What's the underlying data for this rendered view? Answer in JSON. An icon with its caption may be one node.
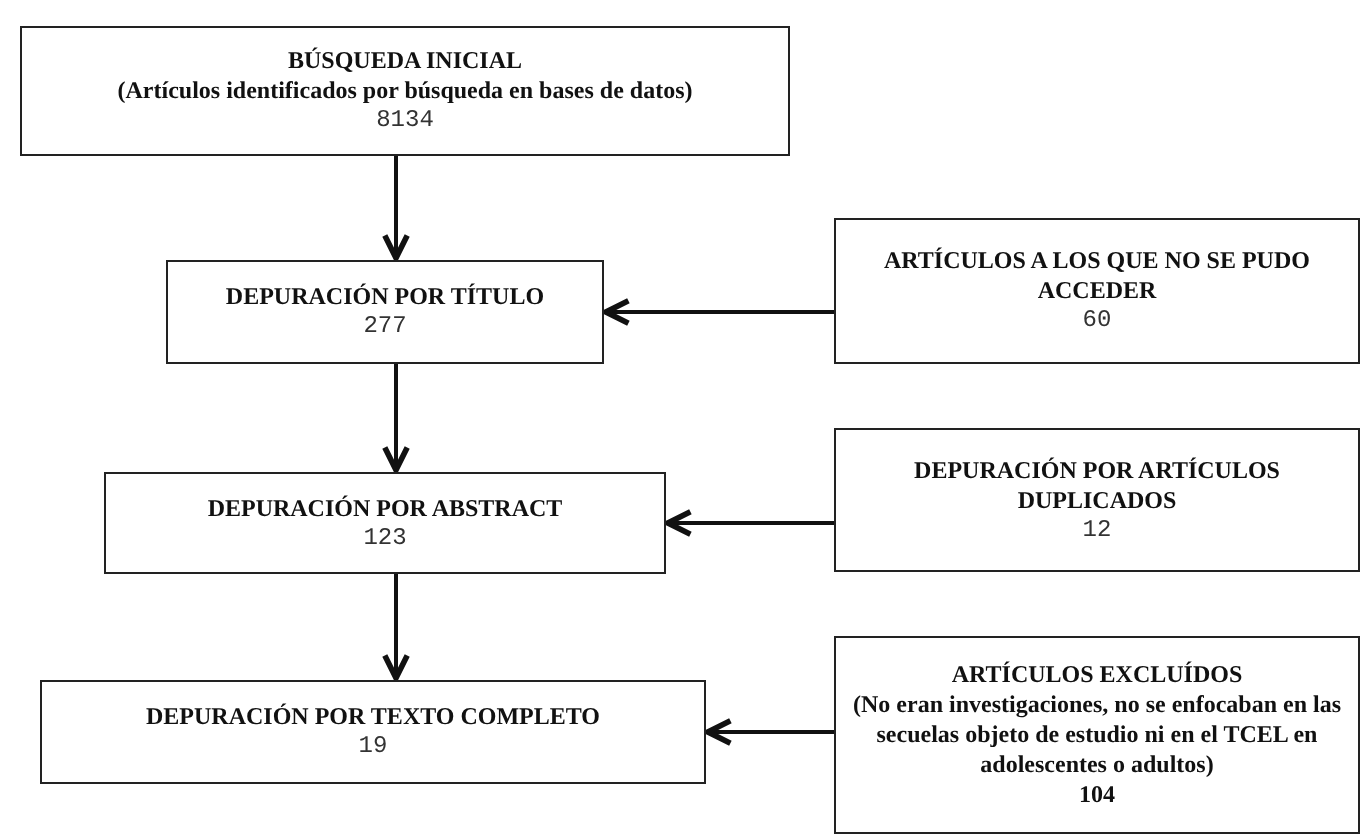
{
  "diagram": {
    "nodes": [
      {
        "text": [
          "BÚSQUEDA INICIAL",
          "(Artículos identificados por búsqueda en bases de datos)",
          "8134"
        ]
      },
      {
        "text": [
          "DEPURACIÓN POR TÍTULO",
          "277"
        ]
      },
      {
        "text": [
          "DEPURACIÓN POR ABSTRACT",
          "123"
        ]
      },
      {
        "text": [
          "DEPURACIÓN POR TEXTO COMPLETO",
          "19"
        ]
      },
      {
        "text": [
          "ARTÍCULOS A LOS QUE NO SE PUDO ACCEDER",
          "60"
        ]
      },
      {
        "text": [
          "DEPURACIÓN POR ARTÍCULOS DUPLICADOS",
          "12"
        ]
      },
      {
        "text": [
          "ARTÍCULOS EXCLUÍDOS",
          "(No eran investigaciones, no se enfocaban en las secuelas objeto de estudio ni en el TCEL en adolescentes o adultos)",
          "104"
        ]
      }
    ],
    "edges": [
      {
        "from": 0,
        "to": 1,
        "arrow": "to"
      },
      {
        "from": 1,
        "to": 2,
        "arrow": "to"
      },
      {
        "from": 2,
        "to": 3,
        "arrow": "to"
      },
      {
        "from": 4,
        "to": 1,
        "arrow": "to"
      },
      {
        "from": 5,
        "to": 2,
        "arrow": "to"
      },
      {
        "from": 6,
        "to": 3,
        "arrow": "to"
      }
    ]
  }
}
